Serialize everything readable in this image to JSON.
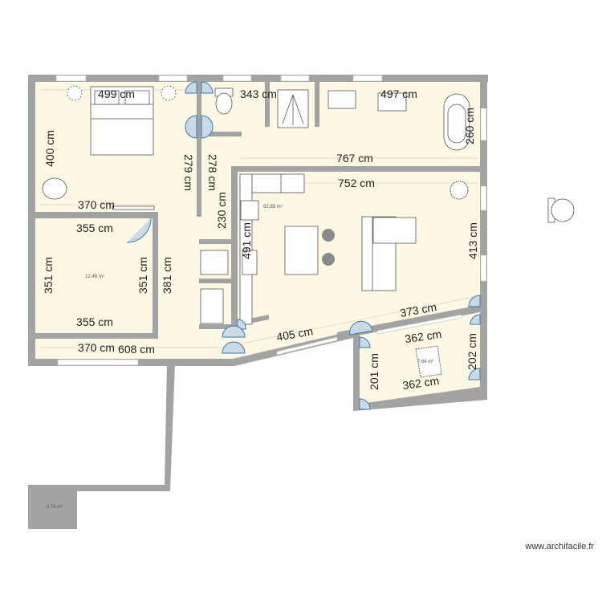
{
  "colors": {
    "wall": "#a3a3a3",
    "floor": "#fdf8e3",
    "door": "#c9dbe8",
    "door_stroke": "#3a78b5"
  },
  "dimensions": [
    "499 cm",
    "343 cm",
    "497 cm",
    "260 cm",
    "400 cm",
    "279 cm",
    "278 cm",
    "767 cm",
    "752 cm",
    "370 cm",
    "230 cm",
    "355 cm",
    "491 cm",
    "413 cm",
    "351 cm",
    "351 cm",
    "381 cm",
    "355 cm",
    "373 cm",
    "405 cm",
    "370 cm",
    "608 cm",
    "362 cm",
    "201 cm",
    "202 cm",
    "362 cm"
  ],
  "areas": {
    "living": "92,89 m²",
    "bedroom": "12,46 m²",
    "balcony": "7,64 m²",
    "closet": "0,78 m²"
  },
  "watermark": "www.archifacile.fr",
  "icons": [
    "bed-icon",
    "toilet-icon",
    "shower-icon",
    "sink-icon",
    "bathtub-icon",
    "door-swing-icon",
    "stove-icon",
    "plant-icon",
    "sofa-icon",
    "table-icon",
    "stool-icon",
    "washing-machine-icon",
    "armchair-icon",
    "dining-table-icon"
  ]
}
